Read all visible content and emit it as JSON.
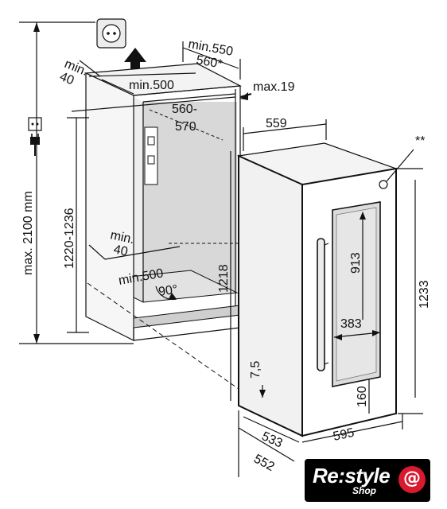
{
  "dimensions": {
    "min_550": "min.550",
    "d_560_star": "560*",
    "min_40_top_a": "min.",
    "min_40_top_b": "40",
    "min_500_top": "min.500",
    "max_19": "max.19",
    "d_560_570_a": "560-",
    "d_560_570_b": "570",
    "d_559": "559",
    "star_star": "**",
    "max_2100": "max. 2100 mm",
    "d_1220_1236": "1220-1236",
    "d_1218": "1218",
    "min_40_bot_a": "min.",
    "min_40_bot_b": "40",
    "min_500_bot": "min.500",
    "angle_90": "90°",
    "d_913": "913",
    "d_383": "383",
    "d_1233": "1233",
    "d_7_5": "7,5",
    "d_160": "160",
    "d_533": "533",
    "d_595": "595",
    "d_552": "552"
  },
  "logo": {
    "brand": "Re:style",
    "sub": "Shop",
    "cart_symbol": "@"
  }
}
